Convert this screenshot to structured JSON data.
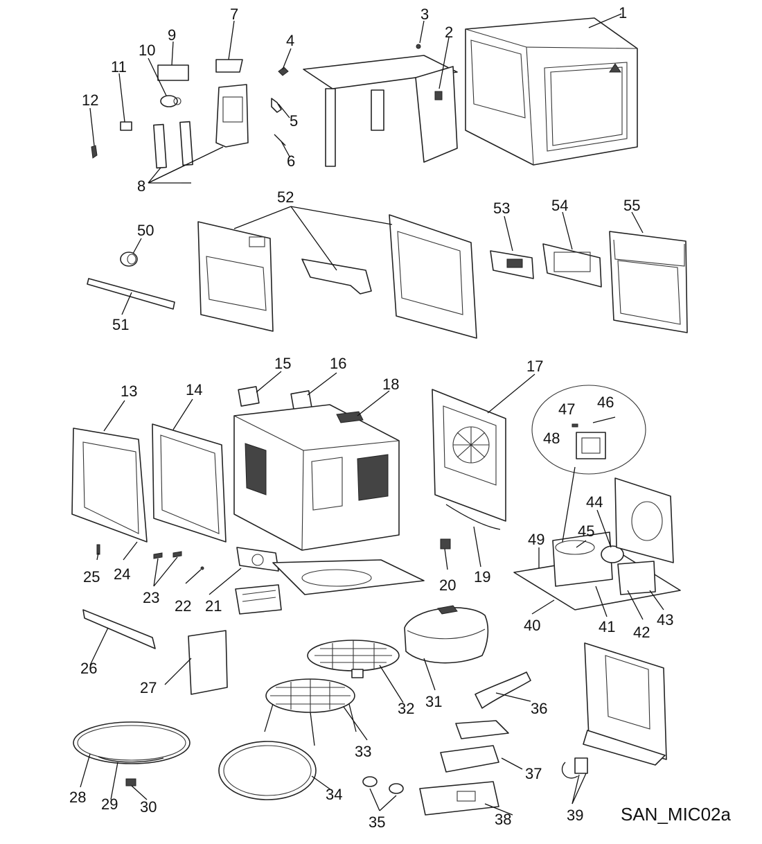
{
  "diagram": {
    "drawing_code": "SAN_MIC02a",
    "callouts": [
      "1",
      "2",
      "3",
      "4",
      "5",
      "6",
      "7",
      "8",
      "9",
      "10",
      "11",
      "12",
      "13",
      "14",
      "15",
      "16",
      "17",
      "18",
      "19",
      "20",
      "21",
      "22",
      "23",
      "24",
      "25",
      "26",
      "27",
      "28",
      "29",
      "30",
      "31",
      "32",
      "33",
      "34",
      "35",
      "36",
      "37",
      "38",
      "39",
      "40",
      "41",
      "42",
      "43",
      "44",
      "45",
      "46",
      "47",
      "48",
      "49",
      "50",
      "51",
      "52",
      "53",
      "54",
      "55"
    ]
  }
}
